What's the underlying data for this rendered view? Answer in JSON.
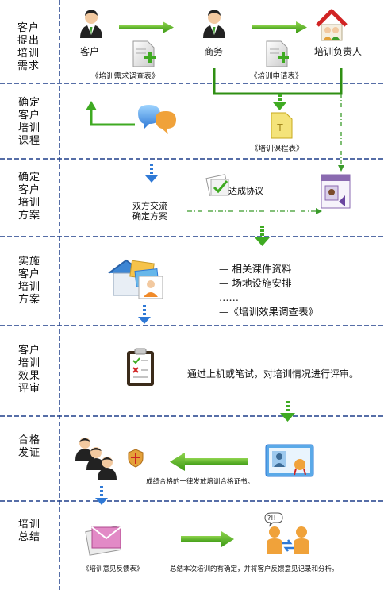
{
  "stages": [
    {
      "label": "客户提出培训需求"
    },
    {
      "label": "确定客户培训课程"
    },
    {
      "label": "确定客户培训方案"
    },
    {
      "label": "实施客户培训方案"
    },
    {
      "label": "客户培训效果评审"
    },
    {
      "label": "合格发证"
    },
    {
      "label": "培训总结"
    }
  ],
  "roles": {
    "customer": "客户",
    "business": "商务",
    "trainer": "培训负责人"
  },
  "docs": {
    "demand_survey": "《培训需求调查表》",
    "application": "《培训申请表》",
    "course_table": "《培训课程表》",
    "feedback_form": "《培训意见反馈表》"
  },
  "texts": {
    "agreement": "达成协议",
    "negotiate_1": "双方交流",
    "negotiate_2": "确定方案",
    "list": [
      "— 相关课件资料",
      "— 场地设施安排",
      "……",
      "—《培训效果调查表》"
    ],
    "review": "通过上机或笔试，对培训情况进行评审。",
    "certificate": "成绩合格的一律发放培训合格证书。",
    "summary": "总结本次培训的有确定，并将客户反馈意见记录和分析。"
  },
  "colors": {
    "divider": "#1e3f8a",
    "arrow": "#5cae1c",
    "arrow_dark": "#2f8f13",
    "dash": "#3a9b2a"
  }
}
